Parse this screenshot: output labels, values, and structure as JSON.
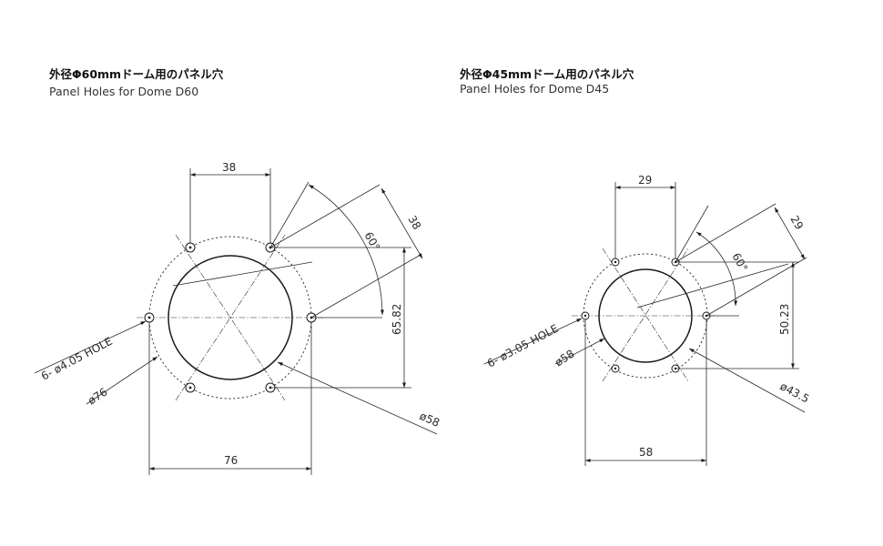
{
  "left_panel": {
    "title_jp": "外径Φ60mmドーム用のパネル穴",
    "title_en": "Panel Holes for Dome D60",
    "dim_top": "38",
    "dim_diag": "38",
    "dim_angle": "60°",
    "dim_vertical": "65.82",
    "dim_bottom": "76",
    "callout_hole": "6- ø4.05 HOLE",
    "callout_pcd": "ø76",
    "callout_bore": "ø58"
  },
  "right_panel": {
    "title_jp": "外径Φ45mmドーム用のパネル穴",
    "title_en": "Panel Holes for Dome D45",
    "dim_top": "29",
    "dim_diag": "29",
    "dim_angle": "60°",
    "dim_vertical": "50.23",
    "dim_bottom": "58",
    "callout_hole": "6- ø3.05 HOLE",
    "callout_pcd": "ø58",
    "callout_bore": "ø43.5"
  }
}
